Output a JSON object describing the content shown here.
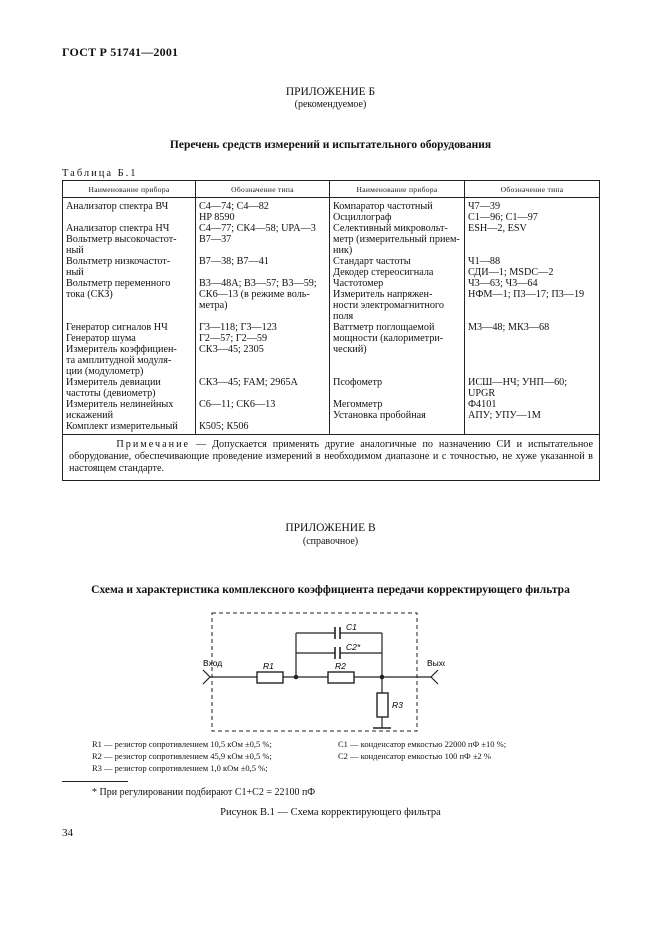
{
  "header": "ГОСТ Р 51741—2001",
  "appendix_b": {
    "title": "ПРИЛОЖЕНИЕ Б",
    "subtitle": "(рекомендуемое)",
    "section_title": "Перечень средств измерений и испытательного оборудования",
    "table_caption": "Таблица Б.1",
    "table": {
      "headers": [
        "Наименование прибора",
        "Обозначение типа",
        "Наименование прибора",
        "Обозначение типа"
      ],
      "rows": [
        [
          "Анализатор спектра ВЧ",
          "С4—74; С4—82\nHP 8590",
          "Компаратор частотный\nОсциллограф",
          "Ч7—39\nС1—96; С1—97"
        ],
        [
          "Анализатор спектра НЧ\nВольтметр высокочастот-\nный",
          "С4—77; СК4—58; UPA—3\nВ7—37",
          "Селективный микровольт-\nметр (измерительный прием-\nник)",
          "ESH—2, ESV"
        ],
        [
          "Вольтметр низкочастот-\nный",
          "В7—38; В7—41",
          "Стандарт частоты\nДекодер стереосигнала",
          "Ч1—88\nСДИ—1; MSDC—2"
        ],
        [
          "Вольтметр переменного\nтока (СКЗ)",
          "В3—48А; В3—57; В3—59;\nСК6—13 (в режиме воль-\nметра)",
          "Частотомер\nИзмеритель напряжен-\nности электромагнитного\nполя",
          "Ч3—63; Ч3—64\nНФМ—1; П3—17; П3—19"
        ],
        [
          "Генератор сигналов НЧ\nГенератор шума\nИзмеритель коэффициен-\nта амплитудной модуля-\nции (модулометр)",
          "Г3—118; Г3—123\nГ2—57; Г2—59\nСК3—45; 2305",
          "Ваттметр поглощаемой\nмощности (калориметри-\nческий)",
          "М3—48; МК3—68"
        ],
        [
          "Измеритель девиации\nчастоты (девиометр)",
          "СК3—45; FAM; 2965А",
          "Псофометр",
          "ИСШ—НЧ; УНП—60;\nUPGR"
        ],
        [
          "Измеритель нелинейных\nискажений",
          "С6—11; СК6—13",
          "Мегомметр\nУстановка пробойная",
          "Ф4101\nАПУ; УПУ—1М"
        ],
        [
          "Комплект измерительный",
          "К505; К506",
          "",
          ""
        ]
      ],
      "note_label": "Примечание",
      "note_text": " — Допускается применять другие аналогичные по назначению СИ и испытательное оборудование, обеспечивающие проведение измерений в необходимом диапазоне и с точностью, не хуже указанной в настоящем стандарте."
    }
  },
  "appendix_c": {
    "title": "ПРИЛОЖЕНИЕ В",
    "subtitle": "(справочное)",
    "section_title": "Схема и характеристика комплексного коэффициента передачи корректирующего фильтра",
    "diagram": {
      "input_label": "Вход",
      "output_label": "Выход",
      "r1": "R1",
      "r2": "R2",
      "r3": "R3",
      "c1": "C1",
      "c2": "C2*"
    },
    "legend_left": [
      "R1 — резистор сопротивлением 10,5 кОм ±0,5 %;",
      "R2 — резистор сопротивлением 45,9 кОм ±0,5 %;",
      "R3 — резистор сопротивлением 1,0 кОм ±0,5 %;"
    ],
    "legend_right": [
      "C1 — конденсатор емкостью 22000 пФ ±10 %;",
      "C2 — конденсатор емкостью 100 пФ ±2 %"
    ],
    "footnote": "* При регулировании подбирают C1+C2 = 22100 пФ",
    "figure_caption": "Рисунок В.1 — Схема корректирующего фильтра"
  },
  "page_number": "34"
}
